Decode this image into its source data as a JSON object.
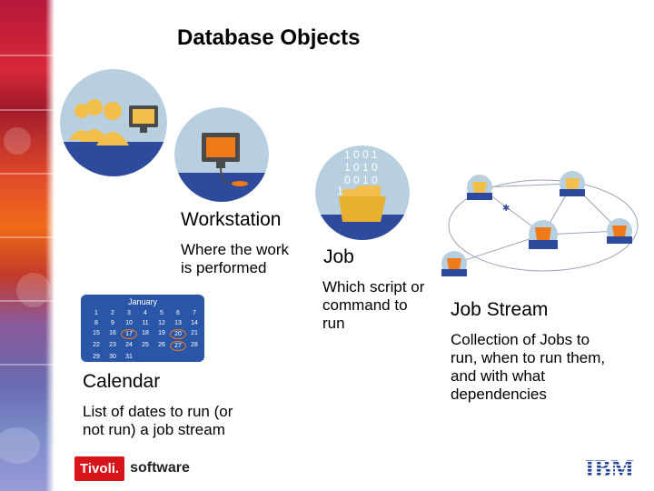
{
  "title": "Database Objects",
  "workstation": {
    "label": "Workstation",
    "description_line1": "Where the work",
    "description_line2": "is performed"
  },
  "job": {
    "label": "Job",
    "description_line1": "Which script or",
    "description_line2": "command to",
    "description_line3": "run",
    "binary_rows": [
      "1 0 0 1",
      "1 0 1 0",
      "0 0 1 0",
      "1"
    ]
  },
  "job_stream": {
    "label": "Job Stream",
    "description_line1": "Collection of Jobs to",
    "description_line2": "run, when to run them,",
    "description_line3": "and with what",
    "description_line4": "dependencies"
  },
  "calendar": {
    "label": "Calendar",
    "description_line1": "List of dates to run (or",
    "description_line2": "not run) a job stream",
    "month": "January",
    "weeks": [
      [
        "1",
        "2",
        "3",
        "4",
        "5",
        "6",
        "7"
      ],
      [
        "8",
        "9",
        "10",
        "11",
        "12",
        "13",
        "14"
      ],
      [
        "15",
        "16",
        "17",
        "18",
        "19",
        "20",
        "21"
      ],
      [
        "22",
        "23",
        "24",
        "25",
        "26",
        "27",
        "28"
      ],
      [
        "29",
        "30",
        "31",
        "",
        "",
        "",
        ""
      ]
    ],
    "circled": [
      "17",
      "20",
      "27"
    ]
  },
  "footer": {
    "brand_box": "Tivoli.",
    "brand_text": "software",
    "ibm": "IBM"
  },
  "colors": {
    "circle_bg": "#b7cfdf",
    "floor_blue": "#2d4a9c",
    "orange": "#f07a18",
    "calendar_blue": "#2a56a8",
    "tivoli_red": "#d7141a",
    "ibm_blue": "#1f3f99"
  }
}
